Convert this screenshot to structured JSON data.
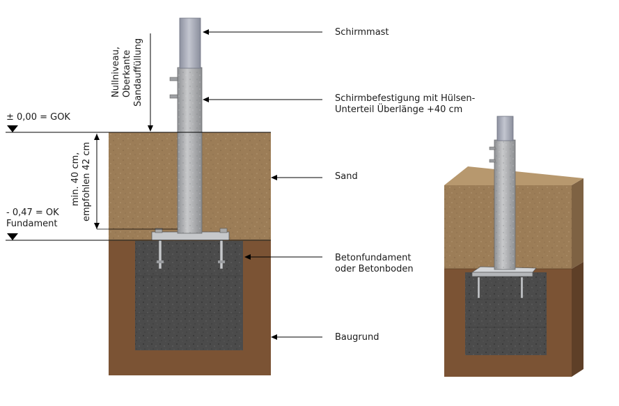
{
  "labels": {
    "schirmmast": "Schirmmast",
    "befestigung_line1": "Schirmbefestigung mit Hülsen-",
    "befestigung_line2": "Unterteil Überlänge +40 cm",
    "sand": "Sand",
    "beton_line1": "Betonfundament",
    "beton_line2": "oder Betonboden",
    "baugrund": "Baugrund"
  },
  "levels": {
    "gok": "± 0,00 = GOK",
    "ok_line1": "- 0,47 = OK",
    "ok_line2": "Fundament"
  },
  "vertical_notes": {
    "nullniveau_line1": "Nullniveau,",
    "nullniveau_line2": "Oberkante",
    "nullniveau_line3": "Sandauffüllung",
    "depth_line1": "min. 40 cm,",
    "depth_line2": "empfohlen 42 cm"
  },
  "colors": {
    "sand": "#9b7c55",
    "earth": "#7a5233",
    "concrete": "#4a4a4a",
    "mast": "#a9adbb",
    "sleeve": "#b9bbbd",
    "line": "#000000"
  }
}
